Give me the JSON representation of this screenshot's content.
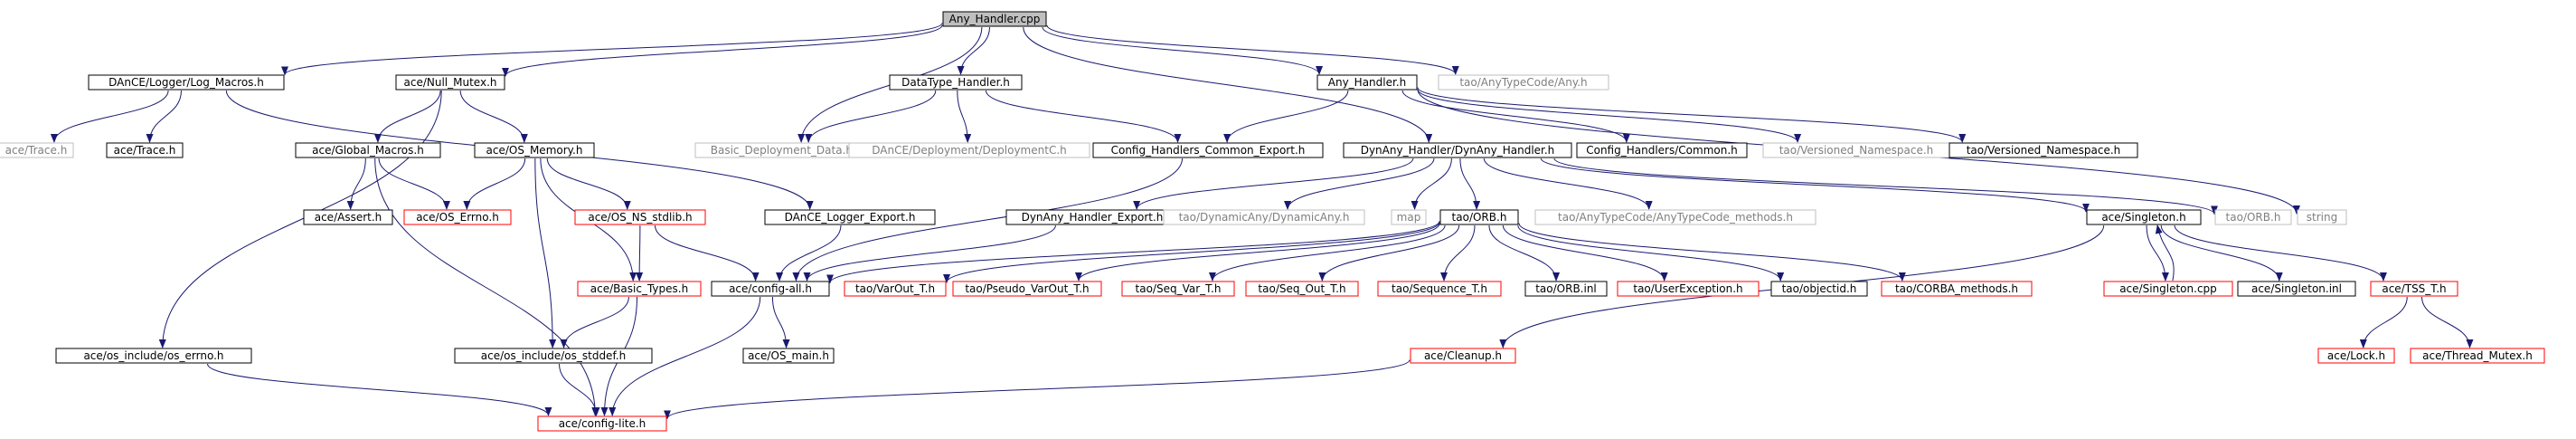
{
  "colors": {
    "edge": "#191970",
    "border_normal": "#000000",
    "border_missing": "#bfbfbf",
    "border_truncated": "#ff0000",
    "root_fill": "#bfbfbf",
    "node_fill": "#ffffff",
    "text_normal": "#000000",
    "text_missing": "#7f7f7f"
  },
  "nodes": {
    "any_handler_cpp": {
      "label": "Any_Handler.cpp",
      "kind": "root"
    },
    "log_macros": {
      "label": "DAnCE/Logger/Log_Macros.h",
      "kind": "normal"
    },
    "null_mutex": {
      "label": "ace/Null_Mutex.h",
      "kind": "normal"
    },
    "datatype_handler": {
      "label": "DataType_Handler.h",
      "kind": "normal"
    },
    "any_handler_h": {
      "label": "Any_Handler.h",
      "kind": "normal"
    },
    "tao_anytypecode_any": {
      "label": "tao/AnyTypeCode/Any.h",
      "kind": "missing"
    },
    "ace_trace_1": {
      "label": "ace/Trace.h",
      "kind": "missing"
    },
    "ace_trace_2": {
      "label": "ace/Trace.h",
      "kind": "normal"
    },
    "global_macros": {
      "label": "ace/Global_Macros.h",
      "kind": "normal"
    },
    "os_memory": {
      "label": "ace/OS_Memory.h",
      "kind": "normal"
    },
    "basic_deployment_data": {
      "label": "Basic_Deployment_Data.hpp",
      "kind": "missing"
    },
    "deploymentc": {
      "label": "DAnCE/Deployment/DeploymentC.h",
      "kind": "missing"
    },
    "config_handlers_common_export": {
      "label": "Config_Handlers_Common_Export.h",
      "kind": "normal"
    },
    "dynany_handler": {
      "label": "DynAny_Handler/DynAny_Handler.h",
      "kind": "normal"
    },
    "config_handlers_common": {
      "label": "Config_Handlers/Common.h",
      "kind": "normal"
    },
    "tao_versioned_ns_1": {
      "label": "tao/Versioned_Namespace.h",
      "kind": "missing"
    },
    "tao_versioned_ns_2": {
      "label": "tao/Versioned_Namespace.h",
      "kind": "normal"
    },
    "ace_assert": {
      "label": "ace/Assert.h",
      "kind": "normal"
    },
    "ace_os_errno": {
      "label": "ace/OS_Errno.h",
      "kind": "truncated"
    },
    "os_ns_stdlib": {
      "label": "ace/OS_NS_stdlib.h",
      "kind": "truncated"
    },
    "dance_logger_export": {
      "label": "DAnCE_Logger_Export.h",
      "kind": "normal"
    },
    "dynany_handler_export": {
      "label": "DynAny_Handler_Export.h",
      "kind": "normal"
    },
    "tao_dynamicany": {
      "label": "tao/DynamicAny/DynamicAny.h",
      "kind": "missing"
    },
    "map": {
      "label": "map",
      "kind": "missing"
    },
    "tao_orb_h": {
      "label": "tao/ORB.h",
      "kind": "normal"
    },
    "tao_anytypecode_methods": {
      "label": "tao/AnyTypeCode/AnyTypeCode_methods.h",
      "kind": "missing"
    },
    "ace_singleton_h": {
      "label": "ace/Singleton.h",
      "kind": "normal"
    },
    "tao_orb_h_missing": {
      "label": "tao/ORB.h",
      "kind": "missing"
    },
    "string": {
      "label": "string",
      "kind": "missing"
    },
    "basic_types": {
      "label": "ace/Basic_Types.h",
      "kind": "truncated"
    },
    "config_all": {
      "label": "ace/config-all.h",
      "kind": "normal"
    },
    "tao_varout": {
      "label": "tao/VarOut_T.h",
      "kind": "truncated"
    },
    "tao_pseudo_varout": {
      "label": "tao/Pseudo_VarOut_T.h",
      "kind": "truncated"
    },
    "tao_seq_var": {
      "label": "tao/Seq_Var_T.h",
      "kind": "truncated"
    },
    "tao_seq_out": {
      "label": "tao/Seq_Out_T.h",
      "kind": "truncated"
    },
    "tao_sequence_t": {
      "label": "tao/Sequence_T.h",
      "kind": "truncated"
    },
    "tao_orb_inl": {
      "label": "tao/ORB.inl",
      "kind": "normal"
    },
    "tao_userexception": {
      "label": "tao/UserException.h",
      "kind": "truncated"
    },
    "tao_objectid": {
      "label": "tao/objectid.h",
      "kind": "normal"
    },
    "tao_corba_methods": {
      "label": "tao/CORBA_methods.h",
      "kind": "truncated"
    },
    "ace_singleton_cpp": {
      "label": "ace/Singleton.cpp",
      "kind": "truncated"
    },
    "ace_singleton_inl": {
      "label": "ace/Singleton.inl",
      "kind": "normal"
    },
    "ace_tss_t": {
      "label": "ace/TSS_T.h",
      "kind": "truncated"
    },
    "os_include_errno": {
      "label": "ace/os_include/os_errno.h",
      "kind": "normal"
    },
    "os_include_stddef": {
      "label": "ace/os_include/os_stddef.h",
      "kind": "normal"
    },
    "ace_os_main": {
      "label": "ace/OS_main.h",
      "kind": "normal"
    },
    "ace_cleanup": {
      "label": "ace/Cleanup.h",
      "kind": "truncated"
    },
    "ace_lock": {
      "label": "ace/Lock.h",
      "kind": "truncated"
    },
    "ace_thread_mutex": {
      "label": "ace/Thread_Mutex.h",
      "kind": "truncated"
    },
    "config_lite": {
      "label": "ace/config-lite.h",
      "kind": "truncated"
    }
  },
  "edges": [
    [
      "any_handler_cpp",
      "log_macros"
    ],
    [
      "any_handler_cpp",
      "null_mutex"
    ],
    [
      "any_handler_cpp",
      "datatype_handler"
    ],
    [
      "any_handler_cpp",
      "any_handler_h"
    ],
    [
      "any_handler_cpp",
      "tao_anytypecode_any"
    ],
    [
      "any_handler_cpp",
      "basic_deployment_data"
    ],
    [
      "any_handler_cpp",
      "dynany_handler"
    ],
    [
      "log_macros",
      "ace_trace_1"
    ],
    [
      "log_macros",
      "ace_trace_2"
    ],
    [
      "log_macros",
      "dance_logger_export"
    ],
    [
      "null_mutex",
      "global_macros"
    ],
    [
      "null_mutex",
      "os_memory"
    ],
    [
      "null_mutex",
      "os_include_errno"
    ],
    [
      "datatype_handler",
      "basic_deployment_data"
    ],
    [
      "datatype_handler",
      "deploymentc"
    ],
    [
      "datatype_handler",
      "config_handlers_common_export"
    ],
    [
      "any_handler_h",
      "config_handlers_common_export"
    ],
    [
      "any_handler_h",
      "config_handlers_common"
    ],
    [
      "any_handler_h",
      "tao_versioned_ns_1"
    ],
    [
      "any_handler_h",
      "tao_versioned_ns_2"
    ],
    [
      "any_handler_h",
      "string"
    ],
    [
      "global_macros",
      "ace_assert"
    ],
    [
      "global_macros",
      "ace_os_errno"
    ],
    [
      "global_macros",
      "config_lite"
    ],
    [
      "os_memory",
      "ace_os_errno"
    ],
    [
      "os_memory",
      "os_ns_stdlib"
    ],
    [
      "os_memory",
      "basic_types"
    ],
    [
      "os_memory",
      "os_include_stddef"
    ],
    [
      "os_ns_stdlib",
      "basic_types"
    ],
    [
      "os_ns_stdlib",
      "config_all"
    ],
    [
      "dance_logger_export",
      "config_all"
    ],
    [
      "config_handlers_common_export",
      "config_all"
    ],
    [
      "dynany_handler",
      "dynany_handler_export"
    ],
    [
      "dynany_handler",
      "tao_dynamicany"
    ],
    [
      "dynany_handler",
      "map"
    ],
    [
      "dynany_handler",
      "tao_orb_h"
    ],
    [
      "dynany_handler",
      "tao_anytypecode_methods"
    ],
    [
      "dynany_handler",
      "ace_singleton_h"
    ],
    [
      "dynany_handler",
      "tao_orb_h_missing"
    ],
    [
      "dynany_handler_export",
      "config_all"
    ],
    [
      "tao_orb_h",
      "tao_varout"
    ],
    [
      "tao_orb_h",
      "tao_pseudo_varout"
    ],
    [
      "tao_orb_h",
      "tao_seq_var"
    ],
    [
      "tao_orb_h",
      "tao_seq_out"
    ],
    [
      "tao_orb_h",
      "tao_sequence_t"
    ],
    [
      "tao_orb_h",
      "tao_orb_inl"
    ],
    [
      "tao_orb_h",
      "tao_userexception"
    ],
    [
      "tao_orb_h",
      "tao_objectid"
    ],
    [
      "tao_orb_h",
      "tao_corba_methods"
    ],
    [
      "tao_orb_h",
      "config_all"
    ],
    [
      "ace_singleton_h",
      "ace_singleton_cpp"
    ],
    [
      "ace_singleton_h",
      "ace_singleton_inl"
    ],
    [
      "ace_singleton_h",
      "ace_tss_t"
    ],
    [
      "ace_singleton_h",
      "ace_cleanup"
    ],
    [
      "ace_singleton_cpp",
      "ace_singleton_h"
    ],
    [
      "ace_tss_t",
      "ace_lock"
    ],
    [
      "ace_tss_t",
      "ace_thread_mutex"
    ],
    [
      "basic_types",
      "os_include_stddef"
    ],
    [
      "basic_types",
      "config_lite"
    ],
    [
      "config_all",
      "ace_os_main"
    ],
    [
      "config_all",
      "config_lite"
    ],
    [
      "os_include_stddef",
      "config_lite"
    ],
    [
      "os_include_errno",
      "config_lite"
    ],
    [
      "ace_cleanup",
      "config_lite"
    ]
  ]
}
